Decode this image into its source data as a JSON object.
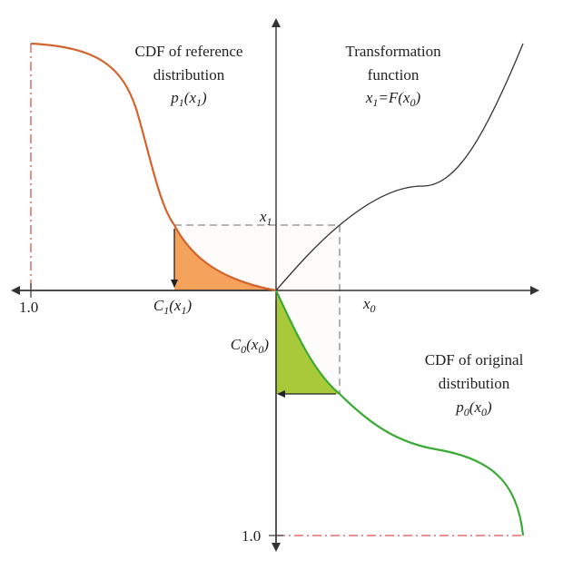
{
  "labels": {
    "cdf_reference": [
      "CDF of reference",
      "distribution"
    ],
    "p1": {
      "base": "p",
      "sub": "1",
      "rest": "(x",
      "sub2": "1",
      "end": ")"
    },
    "transformation": [
      "Transformation",
      "function"
    ],
    "fx": {
      "a": "x",
      "asub": "1",
      "b": "=F(x",
      "bsub": "0",
      "c": ")"
    },
    "x1_axis": {
      "base": "x",
      "sub": "1"
    },
    "x0_axis": {
      "base": "x",
      "sub": "0"
    },
    "c1": {
      "a": "C",
      "asub": "1",
      "b": "(x",
      "bsub": "1",
      "c": ")"
    },
    "c0": {
      "a": "C",
      "asub": "0",
      "b": "(x",
      "bsub": "0",
      "c": ")"
    },
    "cdf_original": [
      "CDF of original",
      "distribution"
    ],
    "p0": {
      "base": "p",
      "sub": "0",
      "rest": "(x",
      "sub2": "0",
      "end": ")"
    },
    "tick_left": "1.0",
    "tick_bottom": "1.0"
  },
  "colors": {
    "reference_curve": "#d2642e",
    "reference_fill": "#f5a25c",
    "original_curve": "#3aaa35",
    "original_fill": "#a8c93a",
    "transform_curve": "#333333",
    "axis": "#333333",
    "dashed_guide": "#888888",
    "dashdot_guide": "#e05050"
  }
}
